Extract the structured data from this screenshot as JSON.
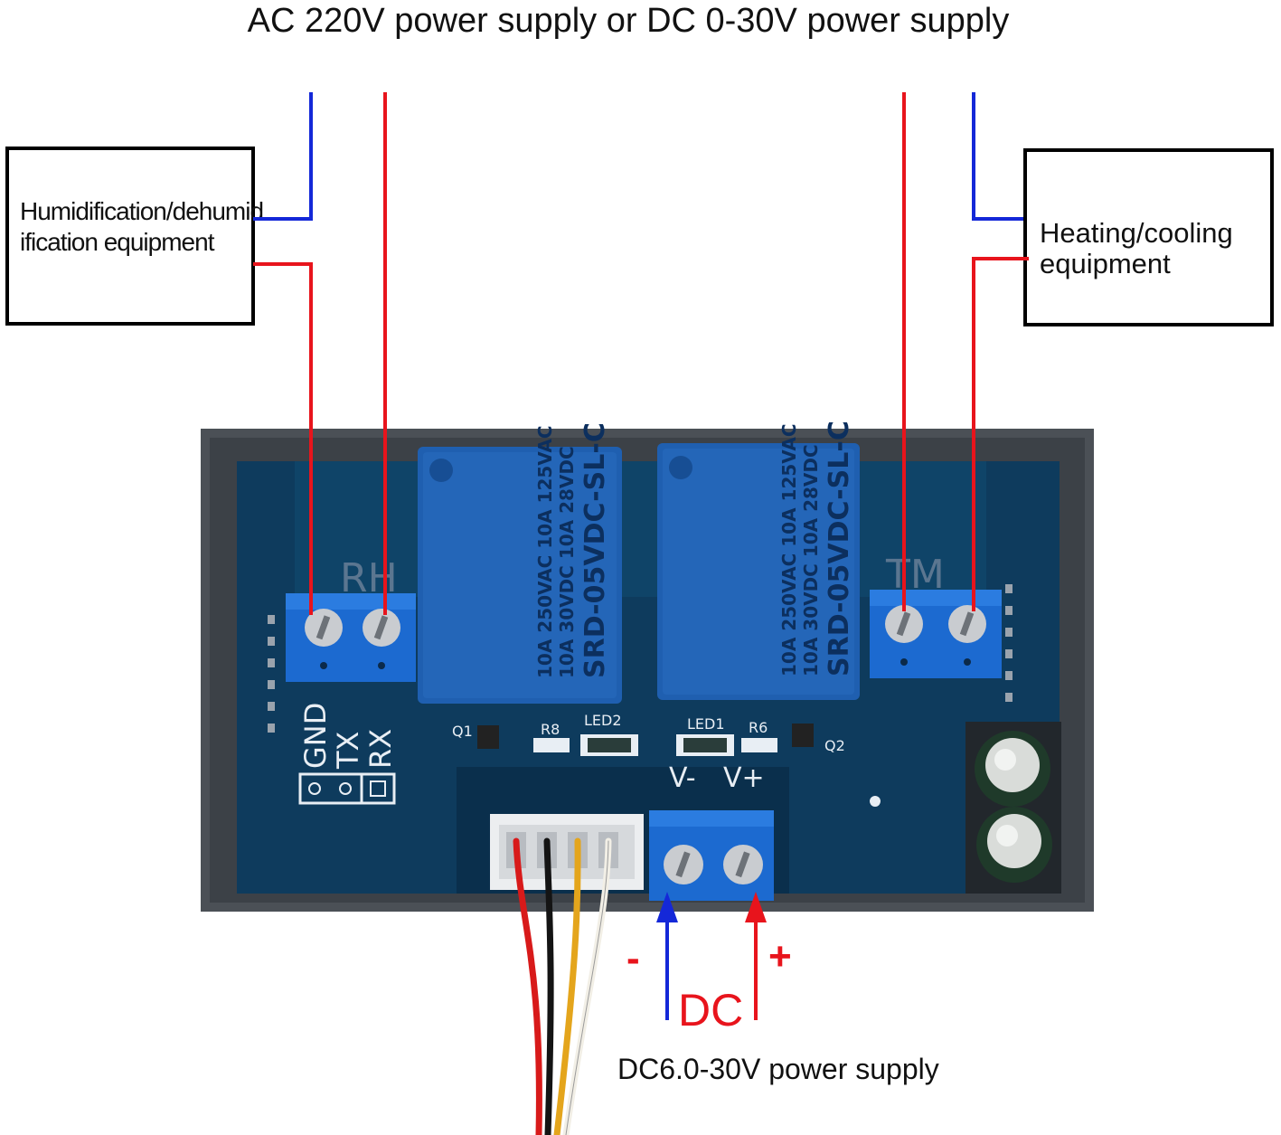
{
  "title": "AC 220V power supply or DC 0-30V power supply",
  "left_box": {
    "line1": "Humidification/dehumid",
    "line2": "ification equipment"
  },
  "right_box": {
    "line1": "Heating/cooling",
    "line2": "equipment"
  },
  "bottom_label": "DC6.0-30V power supply",
  "dc_label": "DC",
  "minus_label": "-",
  "plus_label": "+",
  "board": {
    "relay_text_line1": "10A 250VAC  10A 125VAC",
    "relay_text_line2": "10A 30VDC   10A 28VDC",
    "relay_model": "SRD-05VDC-SL-C",
    "label_rh": "RH",
    "label_tm": "TM",
    "label_gnd": "GND",
    "label_tx": "TX",
    "label_rx": "RX",
    "label_led1": "LED1",
    "label_led2": "LED2",
    "label_r6": "R6",
    "label_r8": "R8",
    "label_q1": "Q1",
    "label_q2": "Q2",
    "label_vminus": "V-",
    "label_vplus": "V+"
  },
  "colors": {
    "live_wire": "#e8141c",
    "neutral_wire": "#1428d8",
    "pcb": "#0d3a5c",
    "relay": "#1e5fb0",
    "terminal": "#1c6ad0",
    "housing": "#4a4f55"
  }
}
